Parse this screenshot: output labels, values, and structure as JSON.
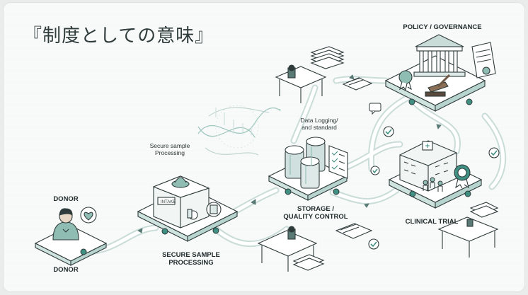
{
  "title": "『制度としての意味』",
  "labels": {
    "donor_top": "DONOR",
    "donor_bottom": "DONOR",
    "secure_small_1": "Secure sample",
    "secure_small_2": "Processing",
    "secure_main_1": "SECURE SAMPLE",
    "secure_main_2": "PROCESSING",
    "data_logging_1": "Data Logging/",
    "data_logging_2": "and standard",
    "storage_1": "STORAGE /",
    "storage_2": "QUALITY CONTROL",
    "policy": "POLICY / GOVERNANCE",
    "clinical": "CLINICAL TRIAL",
    "box_sign": "INTAKE"
  },
  "colors": {
    "accent": "#3f8f82",
    "stroke": "#2f3b3b",
    "platform_side": "#cfe3de",
    "flow": "#dbe9e6"
  },
  "icons": [
    "heart-monitor-icon",
    "person-icon",
    "dna-helix-icon",
    "file-stack-icon",
    "checklist-icon",
    "gavel-icon",
    "ribbon-badge-icon",
    "chat-icon",
    "check-icon",
    "certificate-icon"
  ]
}
